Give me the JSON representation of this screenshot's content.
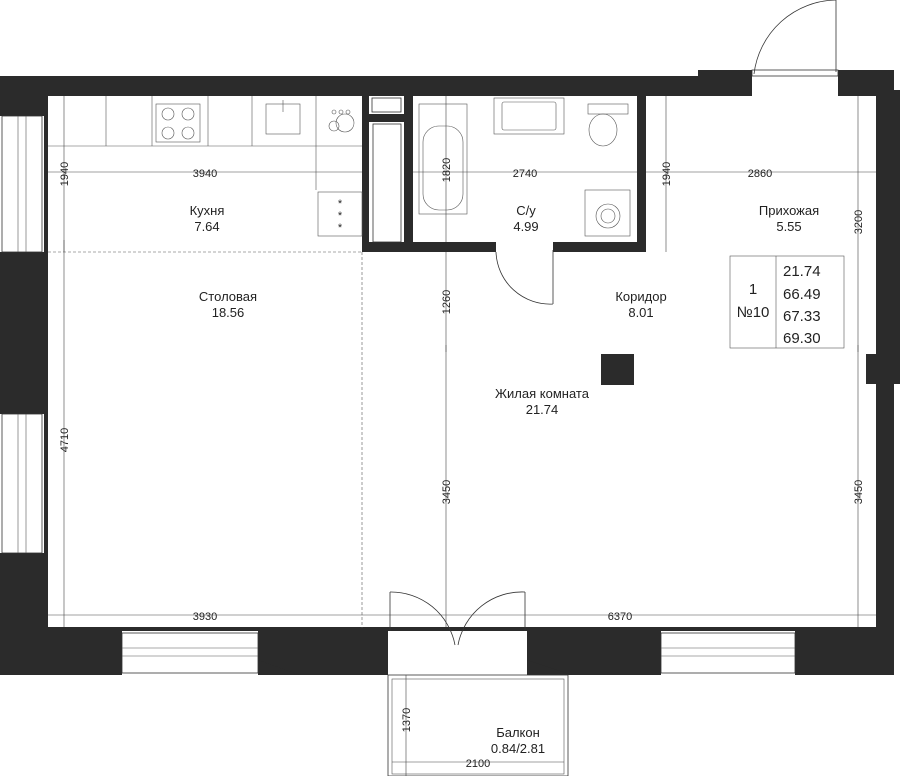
{
  "rooms": {
    "kitchen": {
      "name": "Кухня",
      "area": "7.64"
    },
    "bathroom": {
      "name": "С/у",
      "area": "4.99"
    },
    "hallway": {
      "name": "Прихожая",
      "area": "5.55"
    },
    "dining": {
      "name": "Столовая",
      "area": "18.56"
    },
    "corridor": {
      "name": "Коридор",
      "area": "8.01"
    },
    "living": {
      "name": "Жилая комната",
      "area": "21.74"
    },
    "balcony": {
      "name": "Балкон",
      "area": "0.84/2.81"
    }
  },
  "dimensions": {
    "kitchen_height": "1940",
    "kitchen_width": "3940",
    "bath_height": "1820",
    "bath_width": "2740",
    "hall_height_left": "1940",
    "hall_width": "2860",
    "hall_height_right": "3200",
    "corridor_gap": "1260",
    "left_height": "4710",
    "center_height": "3450",
    "right_height": "3450",
    "bottom_left_width": "3930",
    "bottom_right_width": "6370",
    "balcony_depth": "1370",
    "balcony_width": "2100"
  },
  "info_card": {
    "rooms_count": "1",
    "apartment_number": "№10",
    "living_area": "21.74",
    "area_total_1": "66.49",
    "area_total_2": "67.33",
    "area_total_3": "69.30"
  }
}
